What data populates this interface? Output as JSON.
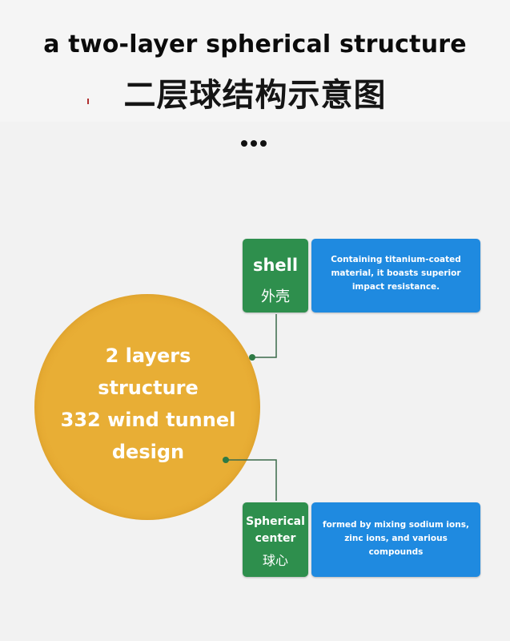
{
  "header": {
    "title_en": "a two-layer spherical structure",
    "title_zh": "二层球结构示意图"
  },
  "circle": {
    "lines": [
      "2 layers",
      "structure",
      "332 wind tunnel",
      "design"
    ]
  },
  "shell": {
    "label_en": "shell",
    "label_zh": "外壳",
    "description": "Containing titanium-coated material, it boasts superior impact resistance."
  },
  "spherical_center": {
    "label_en": "Spherical center",
    "label_zh": "球心",
    "description": "formed by mixing sodium ions, zinc ions, and various compounds"
  },
  "colors": {
    "circle": "#e8ae35",
    "label_card": "#2e8f4d",
    "description_card": "#1f8ae0",
    "connector": "#3a6a4a"
  }
}
